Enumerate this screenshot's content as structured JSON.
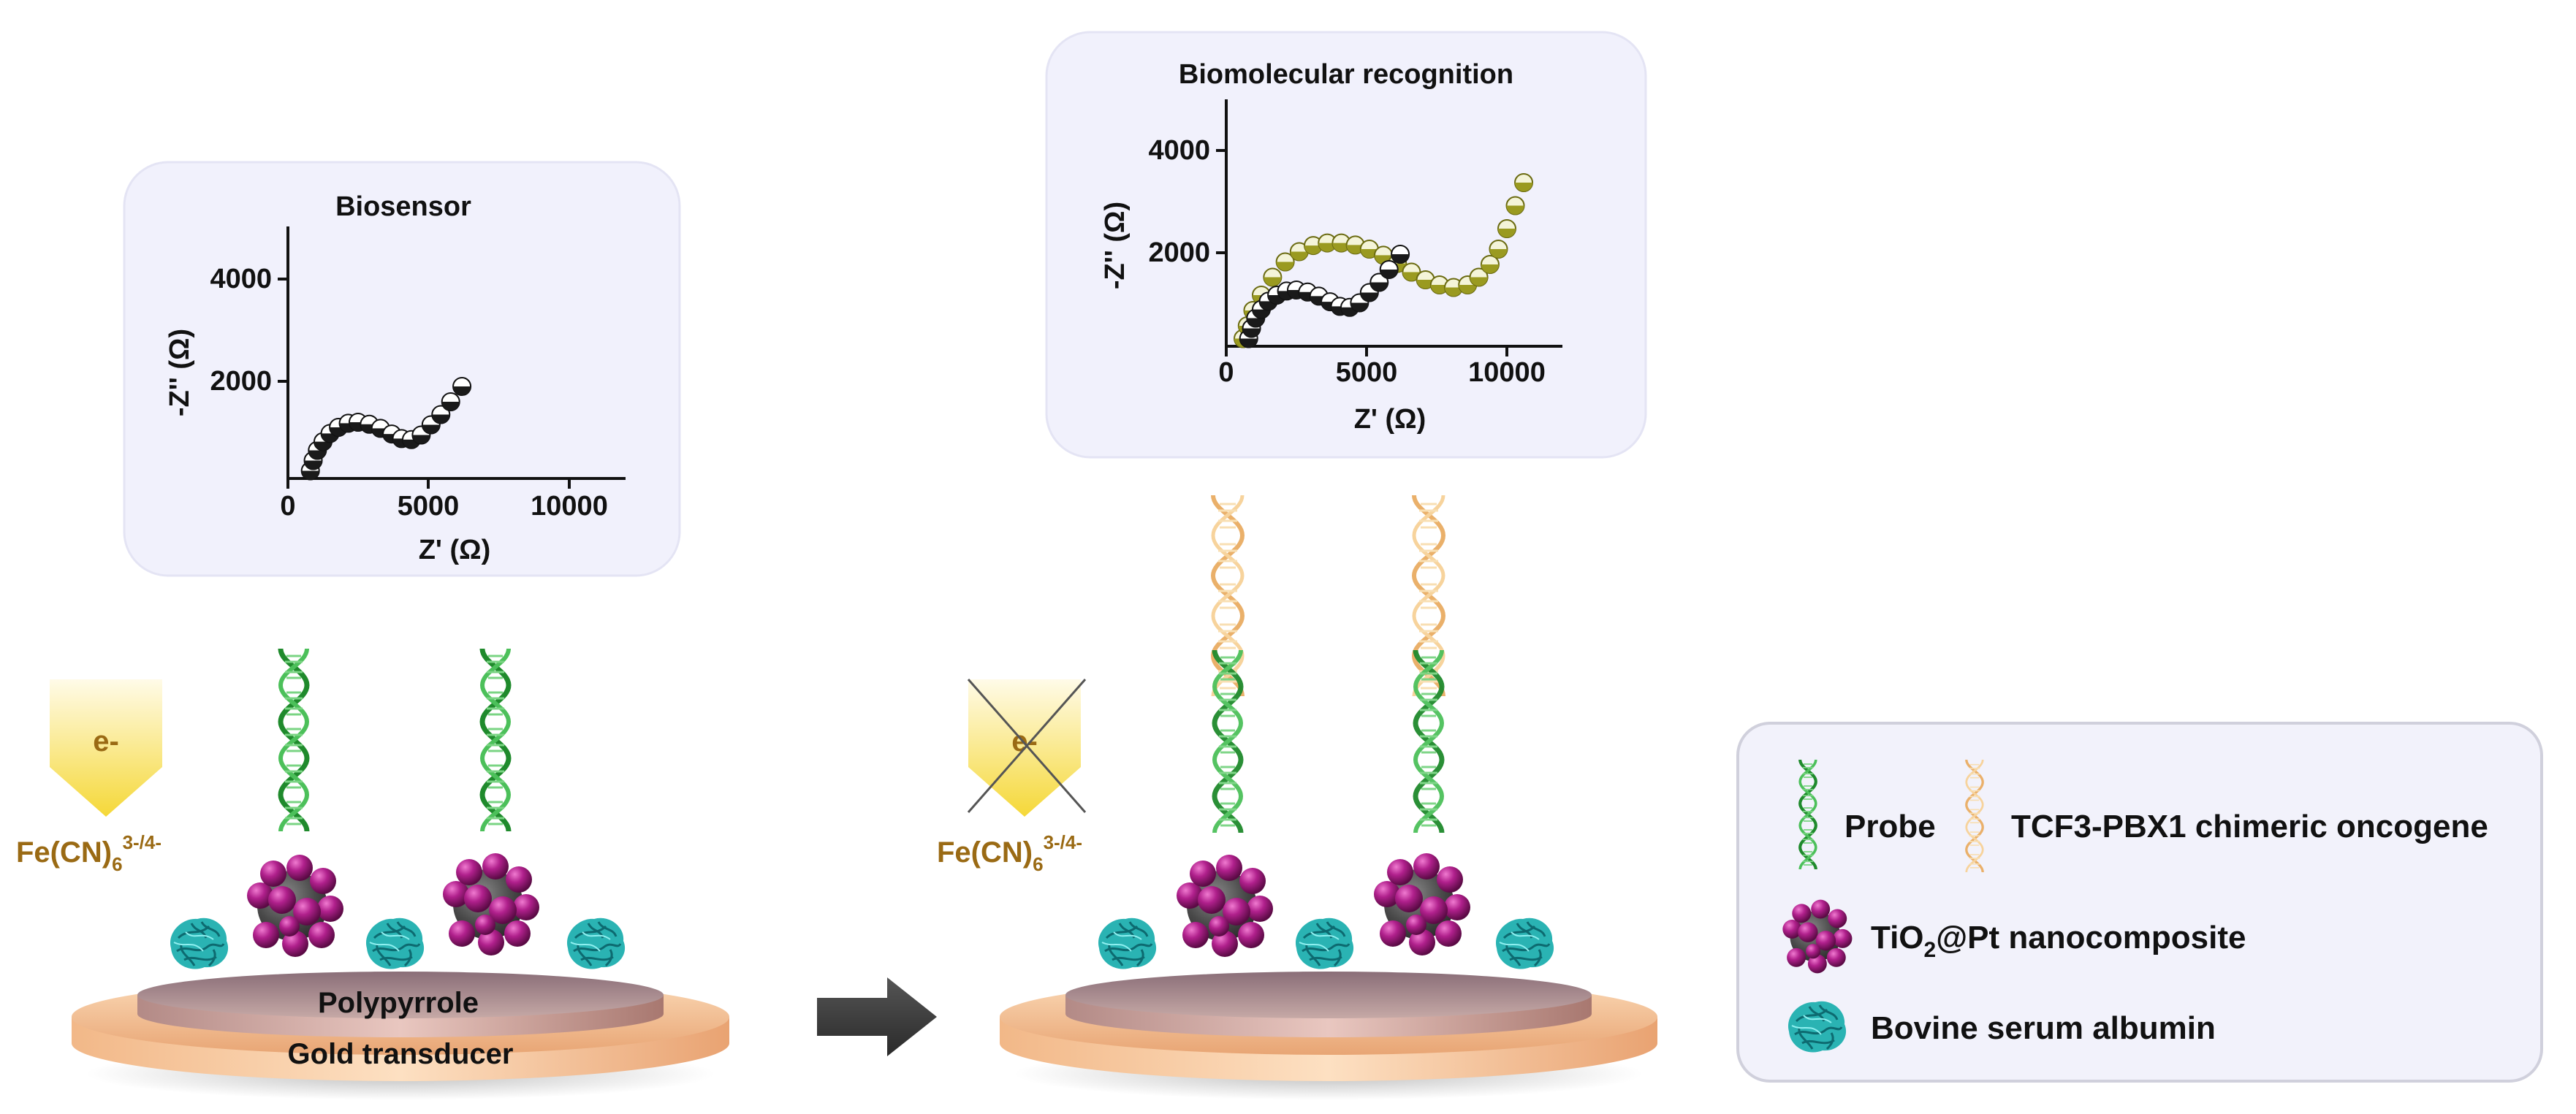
{
  "panel_left": {
    "title": "Biosensor",
    "ylabel": "-Z'' (Ω)",
    "xlabel": "Z' (Ω)",
    "yticks": [
      "4000",
      "2000"
    ],
    "xticks": [
      "0",
      "5000",
      "10000"
    ]
  },
  "panel_right": {
    "title": "Biomolecular recognition",
    "ylabel": "-Z'' (Ω)",
    "xlabel": "Z' (Ω)",
    "yticks": [
      "4000",
      "2000"
    ],
    "xticks": [
      "0",
      "5000",
      "10000"
    ]
  },
  "left_scene": {
    "electron_label": "e-",
    "redox_base": "Fe(CN)",
    "redox_sub": "6",
    "redox_sup": "3-/4-",
    "layer_top": "Polypyrrole",
    "layer_bottom": "Gold transducer"
  },
  "right_scene": {
    "electron_label": "e-",
    "redox_base": "Fe(CN)",
    "redox_sub": "6",
    "redox_sup": "3-/4-",
    "electron_blocked": true
  },
  "legend": {
    "probe": "Probe",
    "target": "TCF3-PBX1 chimeric oncogene",
    "nano_prefix": "TiO",
    "nano_sub": "2",
    "nano_suffix": "@Pt nanocomposite",
    "bsa": "Bovine serum albumin"
  },
  "colors": {
    "probe_dna": "#2e9a3a",
    "target_dna": "#f2c57a",
    "nanoparticle_core": "#4a4a4a",
    "nanoparticle_pt": "#a0157a",
    "bsa": "#2ab3b3",
    "gold": "#f0b98a",
    "polypyrrole": "#b48a82",
    "redox_text": "#9a6a14",
    "arrow_yellow": "#f5d838",
    "curve_before": "#1a1a1a",
    "curve_after": "#9a9a20"
  },
  "chart_data": [
    {
      "type": "scatter",
      "title": "Biosensor",
      "xlabel": "Z' (Ω)",
      "ylabel": "-Z'' (Ω)",
      "xlim": [
        0,
        12000
      ],
      "ylim": [
        0,
        5000
      ],
      "series": [
        {
          "x": [
            800,
            900,
            1050,
            1250,
            1500,
            1800,
            2150,
            2500,
            2900,
            3300,
            3700,
            4050,
            4400,
            4750,
            5100,
            5450,
            5800,
            6200
          ],
          "y": [
            150,
            350,
            550,
            720,
            880,
            1000,
            1080,
            1100,
            1060,
            980,
            870,
            780,
            760,
            850,
            1050,
            1250,
            1500,
            1800
          ]
        }
      ]
    },
    {
      "type": "scatter",
      "title": "Biomolecular recognition",
      "xlabel": "Z' (Ω)",
      "ylabel": "-Z'' (Ω)",
      "xlim": [
        0,
        12000
      ],
      "ylim": [
        0,
        5000
      ],
      "series": [
        {
          "x": [
            800,
            900,
            1050,
            1250,
            1500,
            1800,
            2150,
            2500,
            2900,
            3300,
            3700,
            4050,
            4400,
            4750,
            5100,
            5450,
            5800,
            6200
          ],
          "y": [
            150,
            350,
            550,
            720,
            880,
            1000,
            1080,
            1100,
            1060,
            980,
            870,
            780,
            760,
            850,
            1050,
            1250,
            1500,
            1800
          ]
        },
        {
          "x": [
            600,
            750,
            950,
            1250,
            1650,
            2100,
            2600,
            3100,
            3600,
            4100,
            4600,
            5100,
            5600,
            6100,
            6600,
            7100,
            7600,
            8100,
            8600,
            9000,
            9400,
            9700,
            10000,
            10300,
            10600
          ],
          "y": [
            150,
            400,
            700,
            1000,
            1350,
            1650,
            1850,
            1970,
            2020,
            2020,
            1980,
            1900,
            1780,
            1620,
            1450,
            1300,
            1200,
            1150,
            1200,
            1350,
            1600,
            1900,
            2300,
            2750,
            3200
          ]
        }
      ]
    }
  ]
}
